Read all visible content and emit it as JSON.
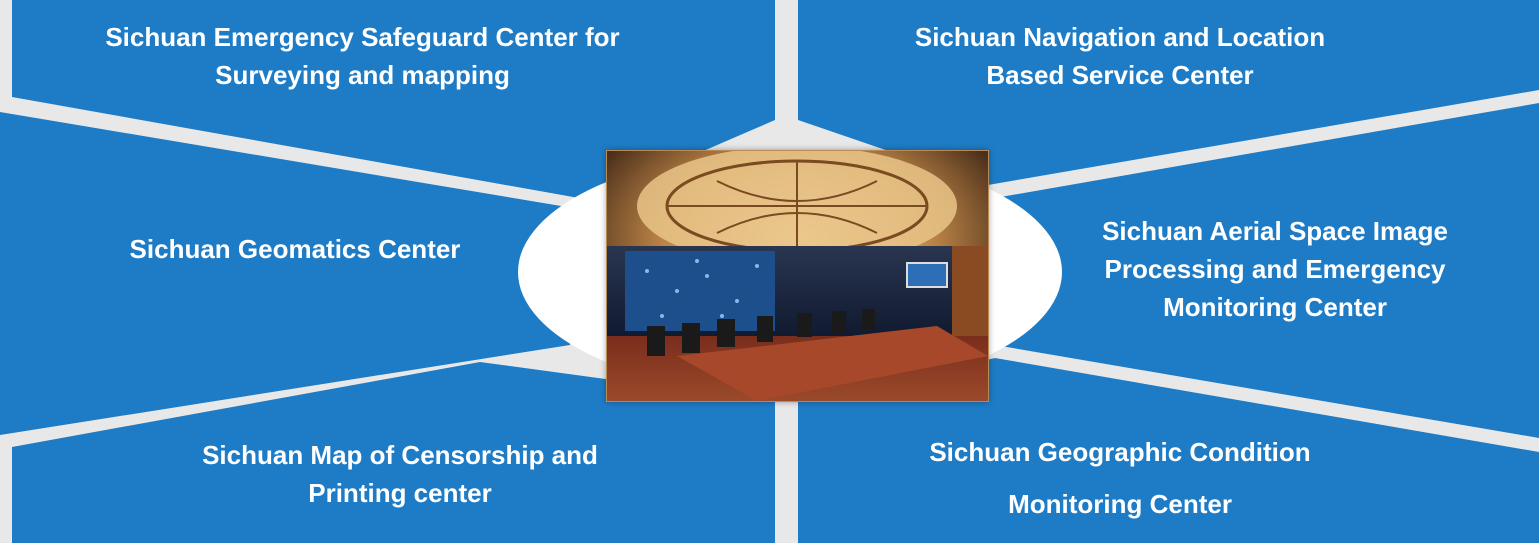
{
  "colors": {
    "panel": "#1e7cc6",
    "gap": "#e8e8e8",
    "hub": "#ffffff",
    "text": "#ffffff"
  },
  "centers": {
    "top_left": "Sichuan Emergency Safeguard Center  for\nSurveying and mapping",
    "top_right": "Sichuan Navigation and Location\nBased Service Center",
    "middle_left": "Sichuan Geomatics Center",
    "middle_right": "Sichuan Aerial Space Image\nProcessing and Emergency\nMonitoring Center",
    "bottom_left": "Sichuan Map of Censorship and\nPrinting center",
    "bottom_right": "Sichuan Geographic Condition\nMonitoring Center"
  },
  "hub_image": "conference-room-photo"
}
